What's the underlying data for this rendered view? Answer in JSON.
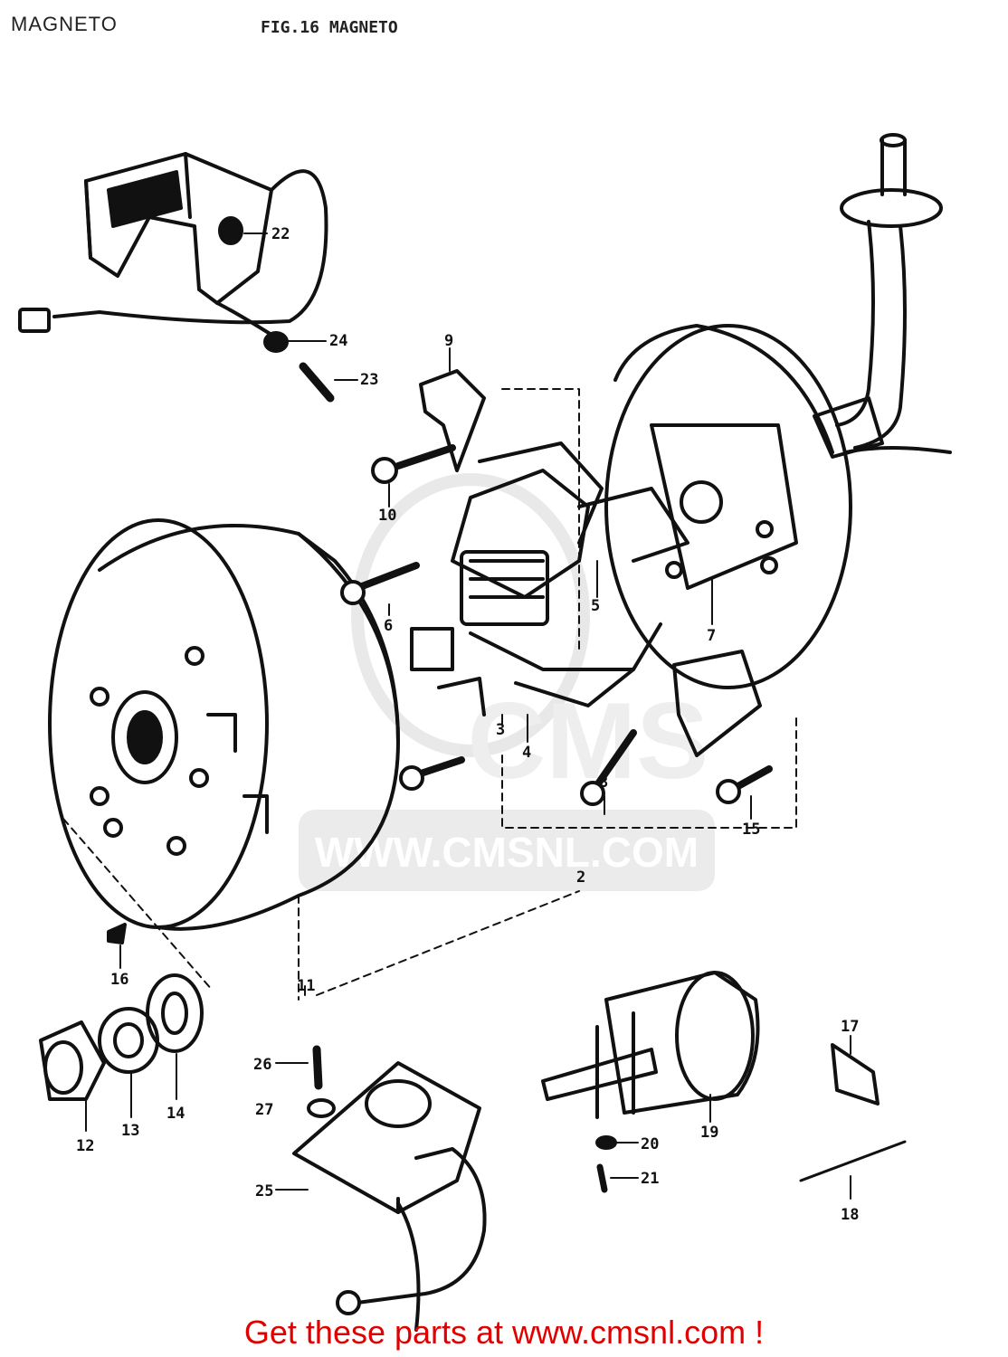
{
  "header": {
    "section_title": "MAGNETO",
    "figure_caption": "FIG.16  MAGNETO"
  },
  "watermark": {
    "logo_text": "CMS",
    "url_text": "WWW.CMSNL.COM"
  },
  "callouts": [
    "2",
    "3",
    "4",
    "5",
    "6",
    "7",
    "8",
    "9",
    "10",
    "11",
    "12",
    "13",
    "14",
    "15",
    "16",
    "17",
    "18",
    "19",
    "20",
    "21",
    "22",
    "23",
    "24",
    "25",
    "26",
    "27"
  ],
  "footer": {
    "link_text": "Get these parts at www.cmsnl.com !",
    "color": "#e00000"
  }
}
